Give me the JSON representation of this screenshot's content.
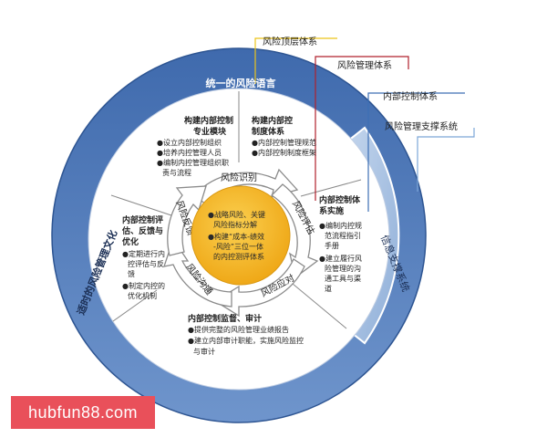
{
  "outer_labels": {
    "top": "统一的风险语言",
    "left": "适时的风险管理文化",
    "right": "信息支撑系统"
  },
  "callouts": [
    "风险顶层体系",
    "风险管理体系",
    "内部控制体系",
    "风险管理支撑系统"
  ],
  "sections": {
    "top_left": {
      "title": [
        "构建内部控制",
        "专业模块"
      ],
      "bullets": [
        "●设立内部控制组织",
        "●培养内控管理人员",
        "●编制内控管理组织职",
        "责与流程"
      ]
    },
    "top_right": {
      "title": [
        "构建内部控",
        "制度体系"
      ],
      "bullets": [
        "●内部控制管理规范",
        "●内部控制制度框架"
      ]
    },
    "right": {
      "title": [
        "内部控制体",
        "系实施"
      ],
      "bullets": [
        "●编制内控规",
        "范流程指引",
        "手册",
        "●建立履行风",
        "险管理的沟",
        "通工具与渠",
        "道"
      ]
    },
    "left": {
      "title": [
        "内部控制评",
        "估、反馈与",
        "优化"
      ],
      "bullets": [
        "●定期进行内",
        "控评估与反",
        "馈",
        "●制定内控的",
        "优化机制"
      ]
    },
    "bottom": {
      "title": [
        "内部控制监督、审计"
      ],
      "bullets": [
        "●提供完整的风险管理业绩报告",
        "●建立内部审计职能，实施风险监控",
        "与审计"
      ]
    }
  },
  "arrows": {
    "identify": "风险识别",
    "assess": "风险评估",
    "respond": "风险应对",
    "communicate": "风险沟通",
    "feedback": "风险反馈"
  },
  "center": {
    "lines": [
      "●战略风险、关键",
      "风险指标分解",
      "●构建“成本-绩效",
      "-风险”三位一体",
      "的内控测评体系"
    ]
  },
  "watermark": "hubfun88.com",
  "colors": {
    "outer_ring": "#4b74b3",
    "info_ring": "#a8c1e2",
    "inner_ring": "#ffffff",
    "center": "#f2b21a",
    "watermark_bg": "#e9505a"
  }
}
